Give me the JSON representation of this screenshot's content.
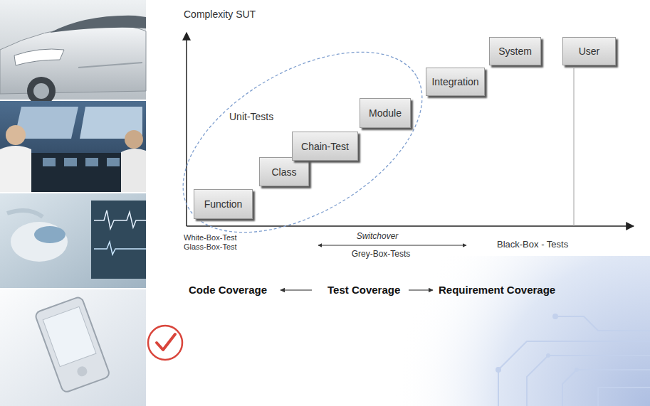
{
  "diagram": {
    "nodes": [
      {
        "text": [
          "Unit-Tests"
        ]
      },
      {
        "text": [
          "Function"
        ],
        "in": 0
      },
      {
        "text": [
          "Class"
        ],
        "in": 0
      },
      {
        "text": [
          "Chain-Test"
        ],
        "in": 0
      },
      {
        "text": [
          "Module"
        ],
        "in": 0
      },
      {
        "text": [
          "Integration"
        ]
      },
      {
        "text": [
          "System"
        ]
      },
      {
        "text": [
          "User"
        ]
      }
    ],
    "labels": [
      "Complexity SUT",
      "White-Box-Test",
      "Glass-Box-Test",
      "Switchover",
      "Grey-Box-Tests",
      "Black-Box - Tests",
      "Code Coverage",
      "Test Coverage",
      "Requirement Coverage"
    ]
  }
}
